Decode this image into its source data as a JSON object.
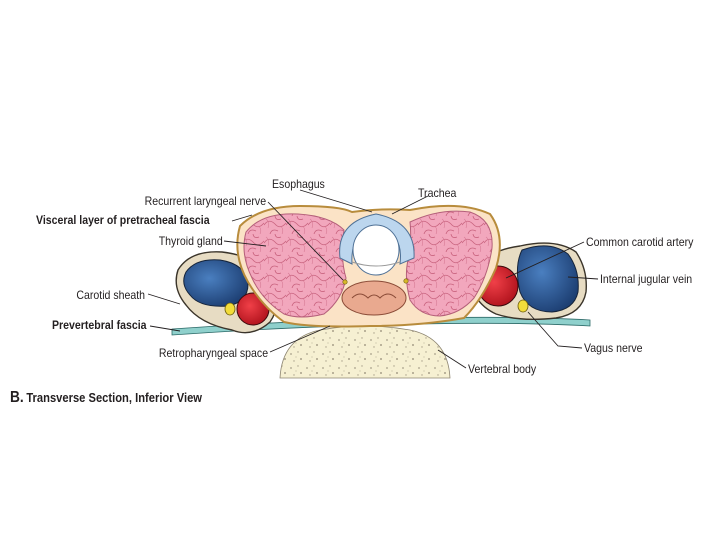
{
  "caption": {
    "letter": "B.",
    "text": "Transverse Section, Inferior View"
  },
  "labels": {
    "esophagus": "Esophagus",
    "trachea": "Trachea",
    "recurrent_laryngeal_nerve": "Recurrent laryngeal nerve",
    "visceral_layer": "Visceral layer of pretracheal fascia",
    "thyroid_gland": "Thyroid gland",
    "common_carotid_artery": "Common carotid artery",
    "internal_jugular_vein": "Internal jugular vein",
    "carotid_sheath": "Carotid sheath",
    "prevertebral_fascia": "Prevertebral fascia",
    "vagus_nerve": "Vagus nerve",
    "retropharyngeal_space": "Retropharyngeal space",
    "vertebral_body": "Vertebral body"
  },
  "colors": {
    "thyroid": "#f2a7bd",
    "fascia": "#c8a25a",
    "vein": "#2f5f99",
    "artery": "#d6202a",
    "nerve": "#f2dc3a",
    "trachea": "#bcd6ee",
    "esophagus": "#e9a98f",
    "prevertebral_fascia": "#7ec4c1",
    "vertebra": "#f5efcf"
  }
}
